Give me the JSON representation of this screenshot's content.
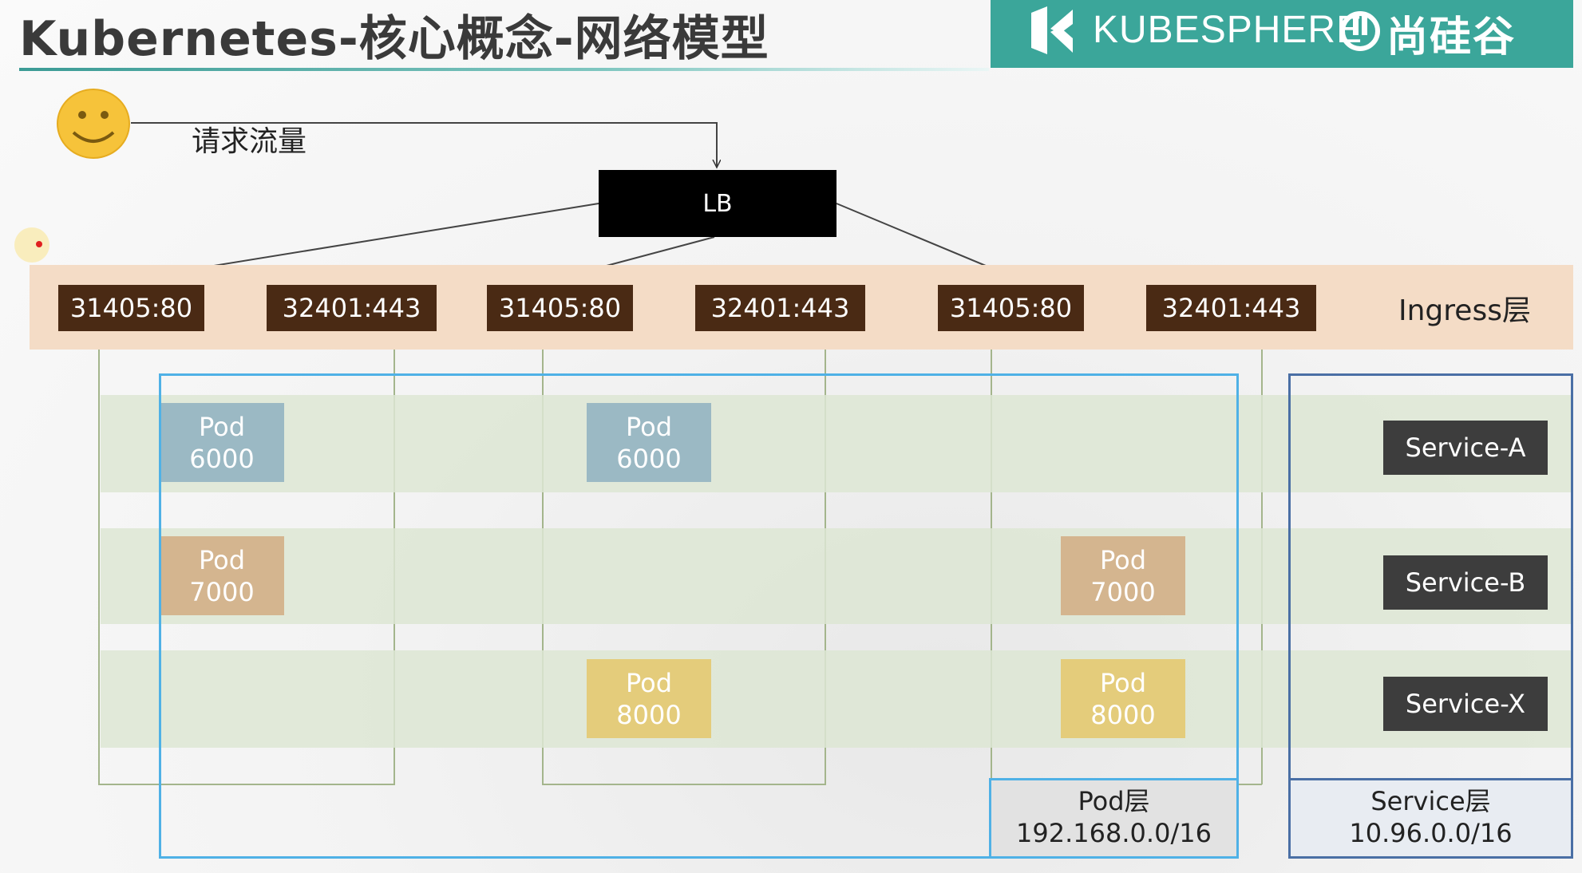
{
  "header": {
    "title": "Kubernetes-核心概念-网络模型",
    "brand_name": "KUBESPHERE",
    "partner_name": "尚硅谷",
    "brand_color": "#3ba69a"
  },
  "diagram": {
    "request_label": "请求流量",
    "lb_label": "LB",
    "ingress_layer_label": "Ingress层",
    "ports": [
      "31405:80",
      "32401:443",
      "31405:80",
      "32401:443",
      "31405:80",
      "32401:443"
    ],
    "pods": [
      {
        "name": "Pod",
        "port": "6000",
        "color": "#9bb9c4"
      },
      {
        "name": "Pod",
        "port": "6000",
        "color": "#9bb9c4"
      },
      {
        "name": "Pod",
        "port": "7000",
        "color": "#d4b58f"
      },
      {
        "name": "Pod",
        "port": "7000",
        "color": "#d4b58f"
      },
      {
        "name": "Pod",
        "port": "8000",
        "color": "#e4cc7b"
      },
      {
        "name": "Pod",
        "port": "8000",
        "color": "#e4cc7b"
      }
    ],
    "services": [
      "Service-A",
      "Service-B",
      "Service-X"
    ],
    "pod_layer": {
      "label": "Pod层",
      "cidr": "192.168.0.0/16"
    },
    "service_layer": {
      "label": "Service层",
      "cidr": "10.96.0.0/16"
    }
  }
}
